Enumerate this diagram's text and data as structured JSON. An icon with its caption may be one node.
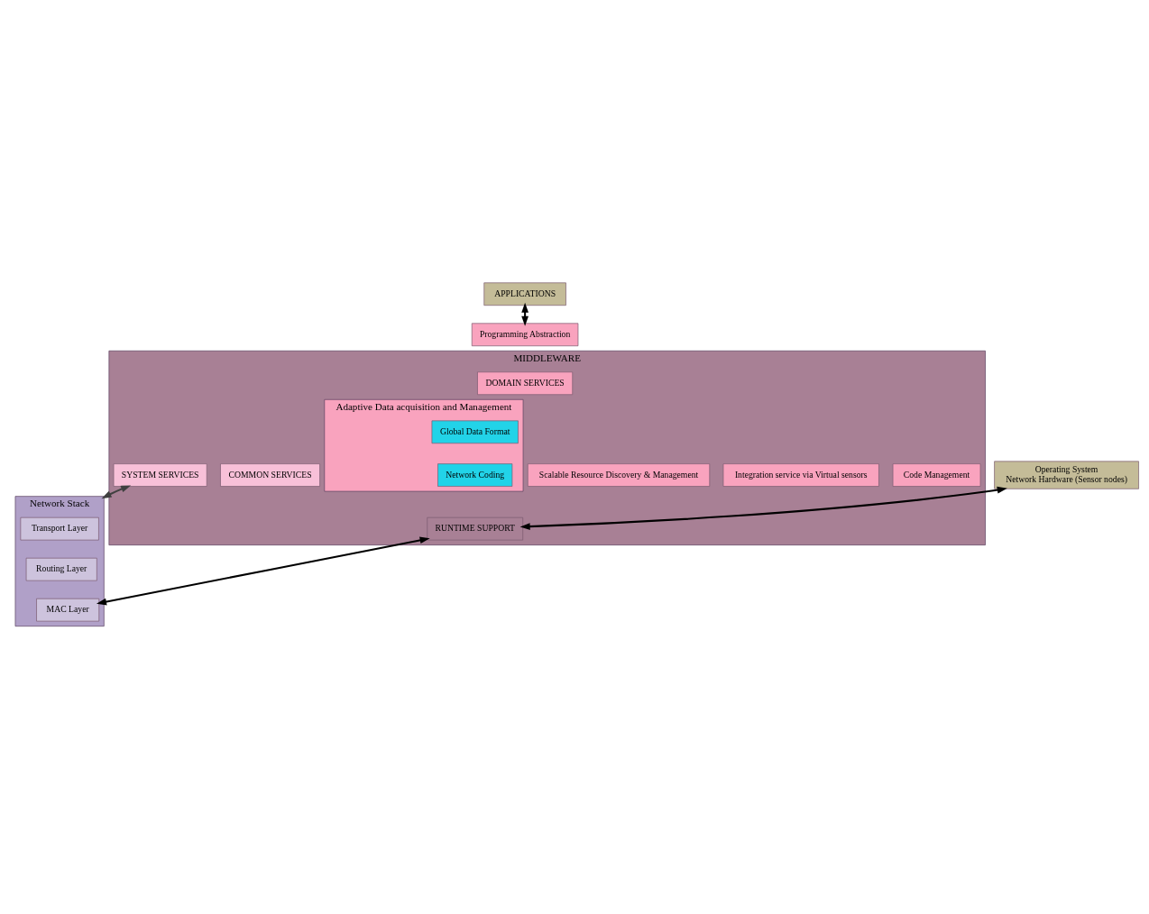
{
  "diagram": {
    "nodes": [
      {
        "text": [
          "APPLICATIONS"
        ]
      },
      {
        "text": [
          "Programming Abstraction"
        ]
      },
      {
        "text": [
          "MIDDLEWARE"
        ]
      },
      {
        "text": [
          "DOMAIN SERVICES"
        ],
        "in": 2
      },
      {
        "text": [
          "SYSTEM SERVICES"
        ],
        "in": 2
      },
      {
        "text": [
          "COMMON SERVICES"
        ],
        "in": 2
      },
      {
        "text": [
          "Adaptive Data acquisition and Management"
        ],
        "in": 2
      },
      {
        "text": [
          "Global Data Format"
        ],
        "in": 6
      },
      {
        "text": [
          "Network Coding"
        ],
        "in": 6
      },
      {
        "text": [
          "Scalable Resource Discovery & Management"
        ],
        "in": 2
      },
      {
        "text": [
          "Integration service via Virtual sensors"
        ],
        "in": 2
      },
      {
        "text": [
          "Code Management"
        ],
        "in": 2
      },
      {
        "text": [
          "RUNTIME SUPPORT"
        ],
        "in": 2
      },
      {
        "text": [
          "Network Stack"
        ]
      },
      {
        "text": [
          "Transport Layer"
        ],
        "in": 13
      },
      {
        "text": [
          "Routing Layer"
        ],
        "in": 13
      },
      {
        "text": [
          "MAC Layer"
        ],
        "in": 13
      },
      {
        "text": [
          "Operating System",
          "Network Hardware (Sensor nodes)"
        ]
      }
    ],
    "edges": [
      {
        "from": 0,
        "to": 1,
        "arrow": "both"
      },
      {
        "from": 4,
        "to": 13,
        "arrow": "both",
        "color": "#404040"
      },
      {
        "from": 16,
        "to": 12,
        "arrow": "both"
      },
      {
        "from": 17,
        "to": 12,
        "arrow": "both"
      }
    ]
  }
}
